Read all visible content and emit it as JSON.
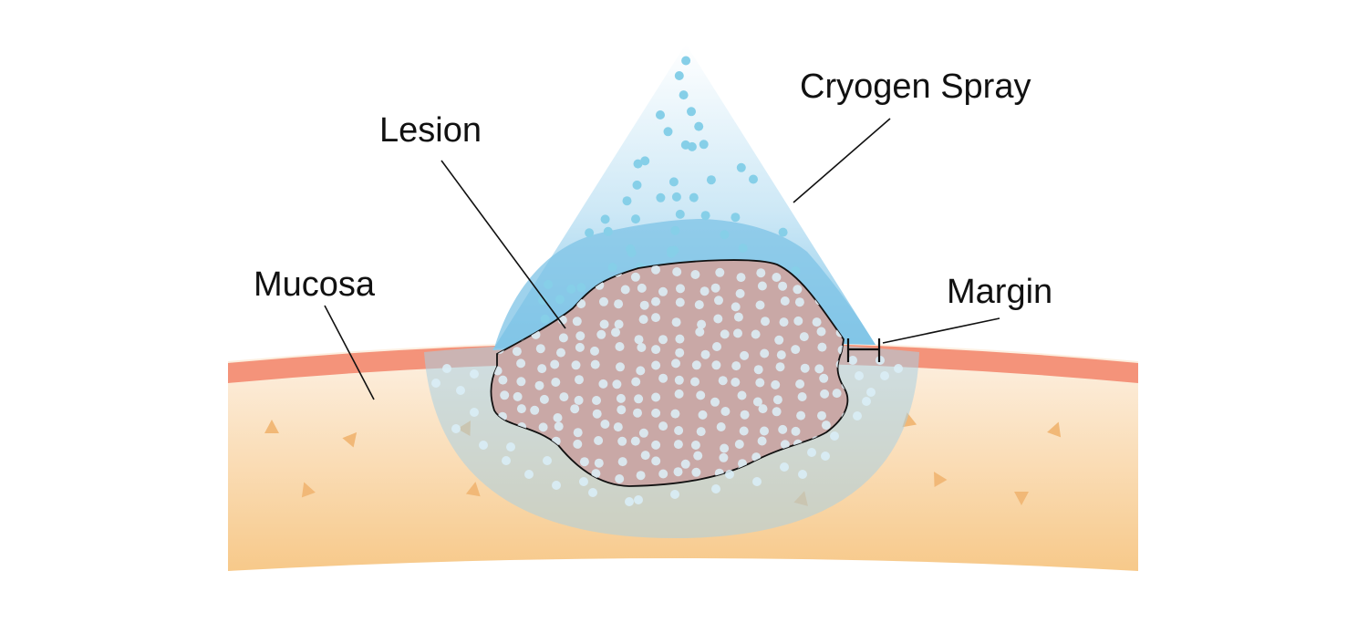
{
  "labels": {
    "cryogen_spray": "Cryogen Spray",
    "lesion": "Lesion",
    "mucosa": "Mucosa",
    "margin": "Margin"
  },
  "colors": {
    "background": "#ffffff",
    "tissue_top": "#fdf0e2",
    "tissue_bottom": "#f7c98a",
    "mucosal_layer": "#f4937a",
    "lesion_fill": "#c9a8a6",
    "spray_dark": "#7ec3e6",
    "spray_light": "#e2f2fb",
    "droplet": "#86cfe8",
    "frozen_zone": "#aed4e8",
    "tissue_marks": "#f1b877",
    "outline": "#111111"
  }
}
